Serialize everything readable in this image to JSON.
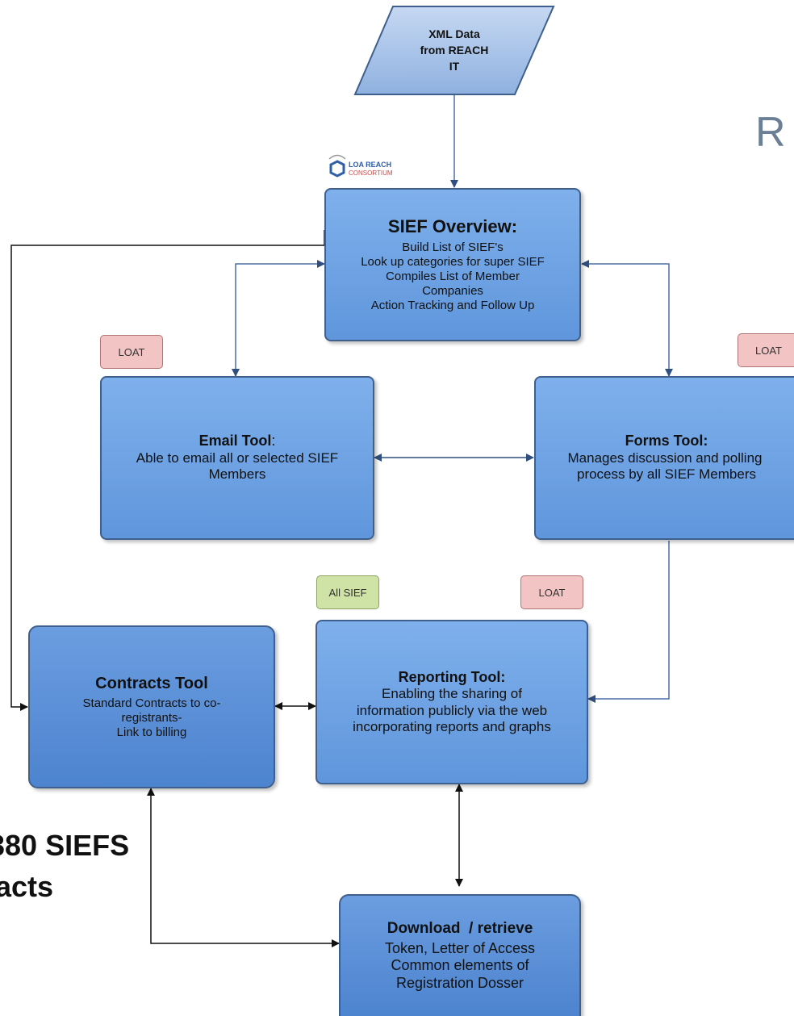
{
  "input": {
    "lines": [
      "XML Data",
      "from REACH",
      "IT"
    ]
  },
  "logo": {
    "line1": "LOA REACH",
    "line2": "CONSORTIUM"
  },
  "corner_letter": "R",
  "sief_overview": {
    "title": "SIEF Overview:",
    "lines": [
      "Build List of SIEF's",
      "Look up categories for super SIEF",
      "Compiles List of Member",
      "Companies",
      "Action Tracking and Follow Up"
    ]
  },
  "email_tool": {
    "title": "Email Tool",
    "title_suffix": ":",
    "lines": [
      "Able to email all or selected SIEF",
      "Members"
    ]
  },
  "forms_tool": {
    "title": "Forms Tool:",
    "lines": [
      "Manages discussion and polling",
      "process by all SIEF Members"
    ]
  },
  "contracts_tool": {
    "title": "Contracts Tool",
    "lines": [
      "Standard Contracts to co-",
      "registrants-",
      "Link to billing"
    ]
  },
  "reporting_tool": {
    "title": "Reporting Tool:",
    "lines": [
      "Enabling the sharing of",
      "information publicly via the web",
      "incorporating reports and graphs"
    ]
  },
  "download": {
    "title": "Download  / retrieve",
    "lines": [
      "Token, Letter of Access",
      "Common elements of",
      "Registration Dosser"
    ]
  },
  "tags": {
    "email": "LOAT",
    "forms": "LOAT",
    "all_sief": "All SIEF",
    "reporting": "LOAT"
  },
  "overlay_text": {
    "line1": "380 SIEFS",
    "line2": "acts"
  },
  "colors": {
    "box_fill": "#6fa3e6",
    "box_dark_fill": "#5a8fd8",
    "border": "#3f5f8c",
    "tag_red": "#f2c4c4",
    "tag_green": "#cfe3a6",
    "connector": "#4a6fa5"
  }
}
